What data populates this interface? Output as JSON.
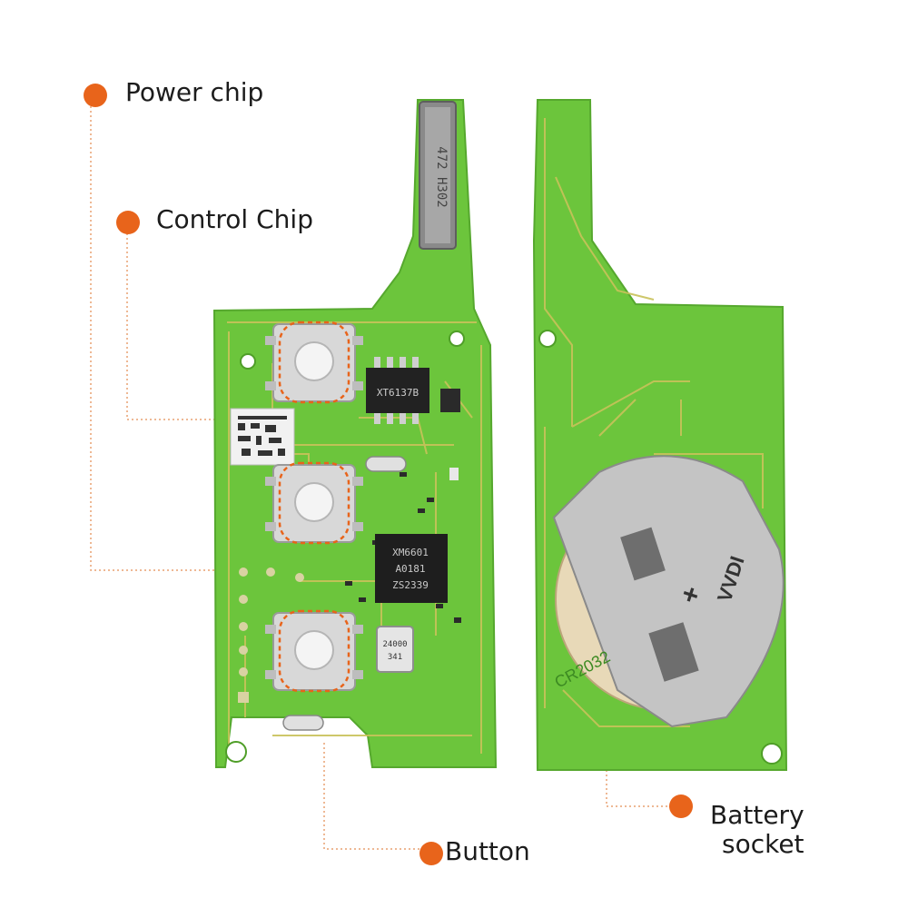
{
  "callouts": {
    "power_chip": "Power chip",
    "control_chip": "Control Chip",
    "button": "Button",
    "battery_socket_line1": "Battery",
    "battery_socket_line2": "socket"
  },
  "pcb_text": {
    "connector_code": "472 H302",
    "chip1": "XT6137B",
    "chip2_line1": "XM6601",
    "chip2_line2": "A0181",
    "chip2_line3": "ZS2339",
    "crystal_line1": "24000",
    "crystal_line2": "341",
    "battery_type": "CR2032",
    "battery_brand": "VVDI",
    "battery_polarity": "+"
  },
  "colors": {
    "accent": "#e8641b",
    "pcb_green": "#6cc53c",
    "trace": "#c9c25a",
    "leader_line": "#e8a070"
  }
}
